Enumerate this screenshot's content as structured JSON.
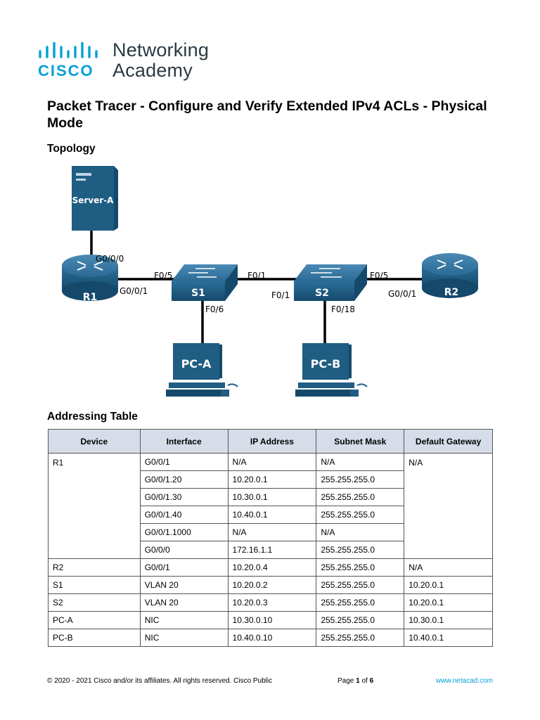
{
  "logo": {
    "brand": "CISCO",
    "line1": "Networking",
    "line2": "Academy",
    "color": "#049fd9"
  },
  "title": "Packet Tracer - Configure and Verify Extended IPv4 ACLs - Physical Mode",
  "sections": {
    "topology": "Topology",
    "addressing": "Addressing Table"
  },
  "topology": {
    "devices": {
      "server": "Server-A",
      "r1": "R1",
      "r2": "R2",
      "s1": "S1",
      "s2": "S2",
      "pca": "PC-A",
      "pcb": "PC-B"
    },
    "ports": {
      "r1_up": "G0/0/0",
      "r1_s1": "G0/0/1",
      "s1_r1": "F0/5",
      "s1_s2": "F0/1",
      "s2_s1": "F0/1",
      "s1_pca": "F0/6",
      "s2_r2": "F0/5",
      "r2_s2": "G0/0/1",
      "s2_pcb": "F0/18"
    },
    "device_color": "#1f5d82"
  },
  "table": {
    "headers": [
      "Device",
      "Interface",
      "IP Address",
      "Subnet Mask",
      "Default Gateway"
    ],
    "r1": {
      "device": "R1",
      "gateway": "N/A",
      "rows": [
        [
          "G0/0/1",
          "N/A",
          "N/A"
        ],
        [
          "G0/0/1.20",
          "10.20.0.1",
          "255.255.255.0"
        ],
        [
          "G0/0/1.30",
          "10.30.0.1",
          "255.255.255.0"
        ],
        [
          "G0/0/1.40",
          "10.40.0.1",
          "255.255.255.0"
        ],
        [
          "G0/0/1.1000",
          "N/A",
          "N/A"
        ],
        [
          "G0/0/0",
          "172.16.1.1",
          "255.255.255.0"
        ]
      ]
    },
    "rows": [
      [
        "R2",
        "G0/0/1",
        "10.20.0.4",
        "255.255.255.0",
        "N/A"
      ],
      [
        "S1",
        "VLAN 20",
        "10.20.0.2",
        "255.255.255.0",
        "10.20.0.1"
      ],
      [
        "S2",
        "VLAN 20",
        "10.20.0.3",
        "255.255.255.0",
        "10.20.0.1"
      ],
      [
        "PC-A",
        "NIC",
        "10.30.0.10",
        "255.255.255.0",
        "10.30.0.1"
      ],
      [
        "PC-B",
        "NIC",
        "10.40.0.10",
        "255.255.255.0",
        "10.40.0.1"
      ]
    ]
  },
  "footer": {
    "copyright": "© 2020 - 2021 Cisco and/or its affiliates. All rights reserved. Cisco Public",
    "page_label": "Page",
    "page_num": "1",
    "of_label": "of",
    "page_total": "6",
    "url": "www.netacad.com"
  }
}
